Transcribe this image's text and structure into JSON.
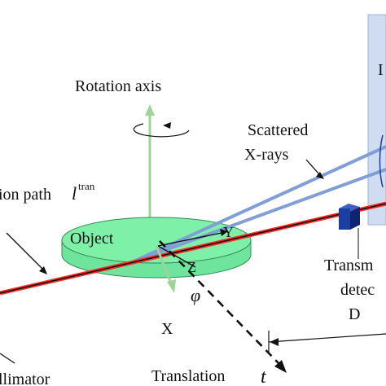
{
  "labels": {
    "rotation_axis": "Rotation axis",
    "scattered_line1": "Scattered",
    "scattered_line2": "X-rays",
    "transmission_path": "ion path",
    "path_symbol": "l",
    "path_superscript": "tran",
    "object": "Object",
    "axis_y": "Y",
    "axis_z": "Z",
    "axis_x": "X",
    "phi": "φ",
    "transmission_detector_line1": "Transm",
    "transmission_detector_line2": "detec",
    "detector_fragment": "D",
    "translation": "Translation",
    "translation_symbol": "t",
    "collimator": "llimator",
    "top_right_fragment": "I"
  },
  "colors": {
    "axis_green": "#9fd39a",
    "object_fill": "#7ff0a8",
    "object_side": "#6fe49c",
    "object_stroke": "#2f8a55",
    "beam_red": "#ff2a2a",
    "scatter_blue": "#7f9fd6",
    "detector_blue": "#1a3fa0",
    "panel_blue": "#cfdcf2"
  }
}
